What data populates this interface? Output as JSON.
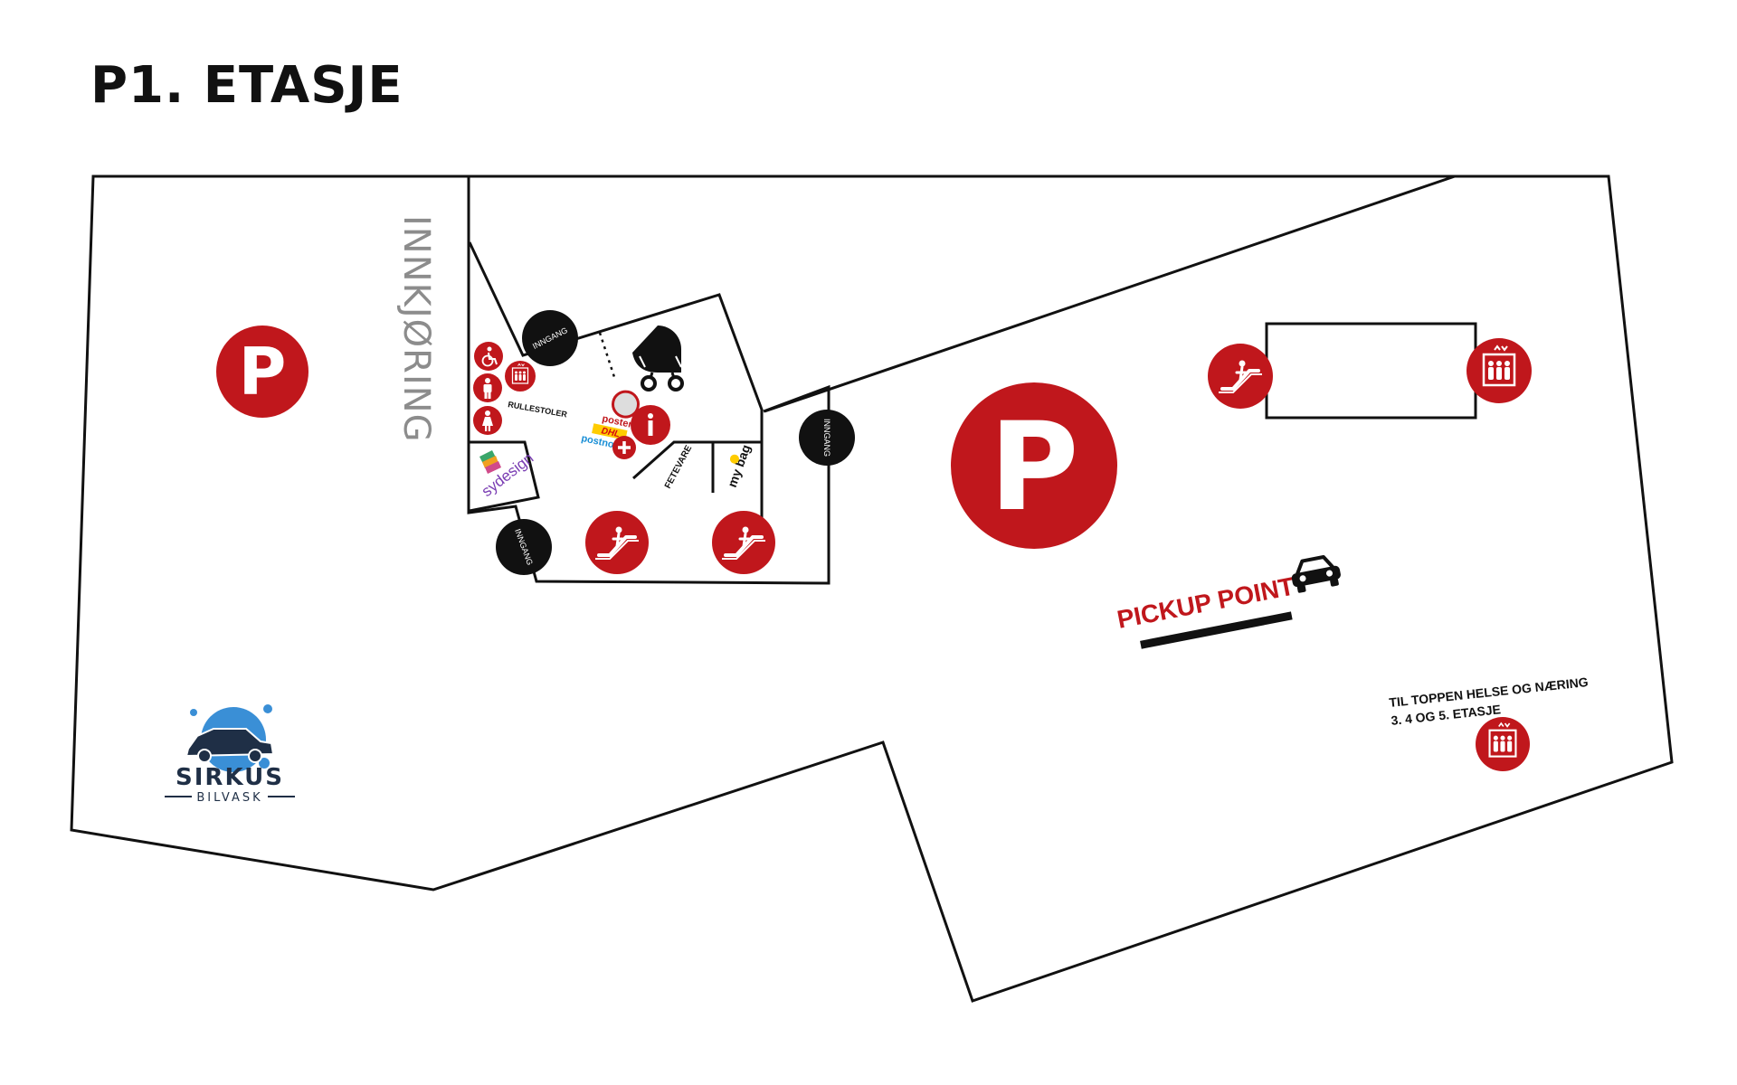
{
  "title": "P1. ETASJE",
  "colors": {
    "accent": "#c0171c",
    "dark": "#111111",
    "text_gray": "#8c8c8c",
    "water_blue": "#3a8fd6"
  },
  "labels": {
    "entry_road": "INNKJØRING",
    "entrance": "INNGANG",
    "wheelchairs": "RULLESTOLER",
    "deli": "FETEVARE",
    "pickup": "PICKUP POINT",
    "tower_note_line1": "TIL TOPPEN HELSE OG NÆRING",
    "tower_note_line2": "3. 4 OG 5. ETASJE"
  },
  "logos": {
    "carwash_name": "SIRKUS",
    "carwash_sub": "BILVASK",
    "store_sydesign": "sydesign",
    "posten": "posten",
    "dhl": "DHL",
    "postnord": "postnord",
    "mybag": "my bag"
  },
  "icons": [
    "parking-icon",
    "escalator-icon",
    "elevator-icon",
    "wheelchair-icon",
    "mens-toilet-icon",
    "womens-toilet-icon",
    "info-icon",
    "first-aid-icon",
    "stroller-icon",
    "car-icon",
    "pharmacy-icon"
  ]
}
